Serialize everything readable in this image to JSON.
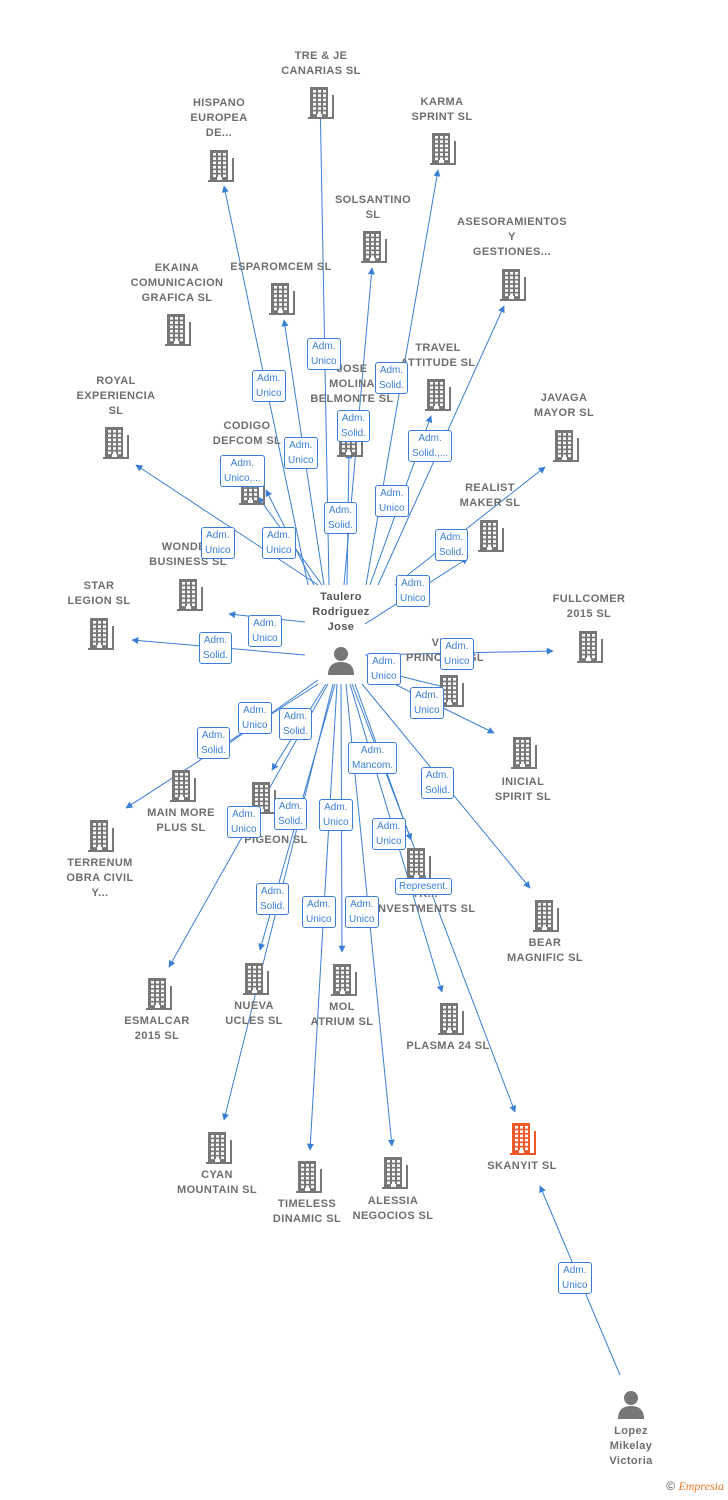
{
  "colors": {
    "edge": "#3a7fd5",
    "building": "#777777",
    "building_highlight": "#f05a28",
    "person": "#777777",
    "badge_border": "#3a7fd5"
  },
  "people": [
    {
      "id": "taulero",
      "label": "Taulero\nRodriguez\nJose",
      "icon": "person-icon"
    },
    {
      "id": "lopez",
      "label": "Lopez\nMikelay\nVictoria",
      "icon": "person-icon"
    }
  ],
  "companies": [
    {
      "id": "trejecanarias",
      "label": "TRE & JE\nCANARIAS  SL",
      "icon": "building-icon"
    },
    {
      "id": "hispano",
      "label": "HISPANO\nEUROPEA\nDE...",
      "icon": "building-icon"
    },
    {
      "id": "karma",
      "label": "KARMA\nSPRINT  SL",
      "icon": "building-icon"
    },
    {
      "id": "solsantino",
      "label": "SOLSANTINO\nSL",
      "icon": "building-icon"
    },
    {
      "id": "asesoramientos",
      "label": "ASESORAMIENTOS\nY\nGESTIONES...",
      "icon": "building-icon"
    },
    {
      "id": "ekaina",
      "label": "EKAINA\nCOMUNICACION\nGRAFICA  SL",
      "icon": "building-icon"
    },
    {
      "id": "esparomcem",
      "label": "ESPAROMCEM SL",
      "icon": "building-icon"
    },
    {
      "id": "travel",
      "label": "TRAVEL\nATTITUDE  SL",
      "icon": "building-icon"
    },
    {
      "id": "jose",
      "label": "JOSE\nMOLINA\nBELMONTE  SL",
      "icon": "building-icon"
    },
    {
      "id": "royal",
      "label": "ROYAL\nEXPERIENCIA\nSL",
      "icon": "building-icon"
    },
    {
      "id": "javaga",
      "label": "JAVAGA\nMAYOR  SL",
      "icon": "building-icon"
    },
    {
      "id": "codigo",
      "label": "CODIGO\nDEFCOM  SL",
      "icon": "building-icon"
    },
    {
      "id": "realist",
      "label": "REALIST\nMAKER  SL",
      "icon": "building-icon"
    },
    {
      "id": "wonder",
      "label": "WONDER\nBUSINESS  SL",
      "icon": "building-icon"
    },
    {
      "id": "star",
      "label": "STAR\nLEGION  SL",
      "icon": "building-icon"
    },
    {
      "id": "fullcomer",
      "label": "FULLCOMER\n2015  SL",
      "icon": "building-icon"
    },
    {
      "id": "vila",
      "label": "VILA\nPRINCESA  SL",
      "icon": "building-icon"
    },
    {
      "id": "inicial",
      "label": "INICIAL\nSPIRIT  SL",
      "icon": "building-icon"
    },
    {
      "id": "mainmore",
      "label": "MAIN MORE\nPLUS  SL",
      "icon": "building-icon"
    },
    {
      "id": "pigeon",
      "label": "PIGEON  SL",
      "icon": "building-icon"
    },
    {
      "id": "terrenum",
      "label": "TERRENUM\nOBRA CIVIL\nY...",
      "icon": "building-icon"
    },
    {
      "id": "tr",
      "label": "TR...\nINVESTMENTS SL",
      "icon": "building-icon"
    },
    {
      "id": "bear",
      "label": "BEAR\nMAGNIFIC  SL",
      "icon": "building-icon"
    },
    {
      "id": "esmalcar",
      "label": "ESMALCAR\n2015  SL",
      "icon": "building-icon"
    },
    {
      "id": "nueva",
      "label": "NUEVA\nUCLES  SL",
      "icon": "building-icon"
    },
    {
      "id": "mol",
      "label": "MOL\nATRIUM  SL",
      "icon": "building-icon"
    },
    {
      "id": "plasma",
      "label": "PLASMA 24 SL",
      "icon": "building-icon"
    },
    {
      "id": "skanyit",
      "label": "SKANYIT  SL",
      "icon": "building-icon",
      "highlight": true
    },
    {
      "id": "cyan",
      "label": "CYAN\nMOUNTAIN  SL",
      "icon": "building-icon"
    },
    {
      "id": "timeless",
      "label": "TIMELESS\nDINAMIC  SL",
      "icon": "building-icon"
    },
    {
      "id": "alessia",
      "label": "ALESSIA\nNEGOCIOS  SL",
      "icon": "building-icon"
    }
  ],
  "relations": [
    {
      "from": "taulero",
      "to": "trejecanarias",
      "label": "Adm.\nUnico"
    },
    {
      "from": "taulero",
      "to": "hispano",
      "label": "Adm.\nUnico"
    },
    {
      "from": "taulero",
      "to": "karma",
      "label": "Adm.\nSolid."
    },
    {
      "from": "taulero",
      "to": "solsantino",
      "label": "Adm.\nSolid."
    },
    {
      "from": "taulero",
      "to": "asesoramientos",
      "label": "Adm.\nSolid.,..."
    },
    {
      "from": "taulero",
      "to": "ekaina",
      "label": "Adm.\nUnico,..."
    },
    {
      "from": "taulero",
      "to": "esparomcem",
      "label": "Adm.\nUnico"
    },
    {
      "from": "taulero",
      "to": "travel",
      "label": "Adm.\nUnico"
    },
    {
      "from": "taulero",
      "to": "jose",
      "label": "Adm.\nSolid."
    },
    {
      "from": "taulero",
      "to": "royal",
      "label": "Adm.\nUnico"
    },
    {
      "from": "taulero",
      "to": "javaga",
      "label": "Adm.\nSolid."
    },
    {
      "from": "taulero",
      "to": "codigo",
      "label": "Adm.\nUnico"
    },
    {
      "from": "taulero",
      "to": "realist",
      "label": "Adm.\nUnico"
    },
    {
      "from": "taulero",
      "to": "wonder",
      "label": "Adm.\nUnico"
    },
    {
      "from": "taulero",
      "to": "star",
      "label": "Adm.\nSolid."
    },
    {
      "from": "taulero",
      "to": "fullcomer",
      "label": "Adm.\nUnico"
    },
    {
      "from": "taulero",
      "to": "vila",
      "label": "Adm.\nUnico"
    },
    {
      "from": "taulero",
      "to": "inicial",
      "label": "Adm.\nUnico"
    },
    {
      "from": "taulero",
      "to": "mainmore",
      "label": "Adm.\nUnico"
    },
    {
      "from": "taulero",
      "to": "terrenum",
      "label": "Adm.\nSolid."
    },
    {
      "from": "taulero",
      "to": "pigeon",
      "label": "Adm.\nSolid."
    },
    {
      "from": "taulero",
      "to": "tr",
      "label": "Adm.\nMancom."
    },
    {
      "from": "taulero",
      "to": "bear",
      "label": "Adm.\nSolid."
    },
    {
      "from": "taulero",
      "to": "esmalcar",
      "label": "Adm.\nUnico"
    },
    {
      "from": "taulero",
      "to": "nueva",
      "label": "Adm.\nSolid."
    },
    {
      "from": "taulero",
      "to": "mol",
      "label": "Adm.\nUnico"
    },
    {
      "from": "taulero",
      "to": "plasma",
      "label": "Adm.\nUnico"
    },
    {
      "from": "taulero",
      "to": "skanyit",
      "label": "Represent."
    },
    {
      "from": "taulero",
      "to": "cyan",
      "label": "Adm.\nSolid."
    },
    {
      "from": "taulero",
      "to": "timeless",
      "label": "Adm.\nUnico"
    },
    {
      "from": "taulero",
      "to": "alessia",
      "label": "Adm.\nUnico"
    },
    {
      "from": "lopez",
      "to": "skanyit",
      "label": "Adm.\nUnico"
    }
  ],
  "copyright": {
    "symbol": "©",
    "brand": "Empresia"
  }
}
